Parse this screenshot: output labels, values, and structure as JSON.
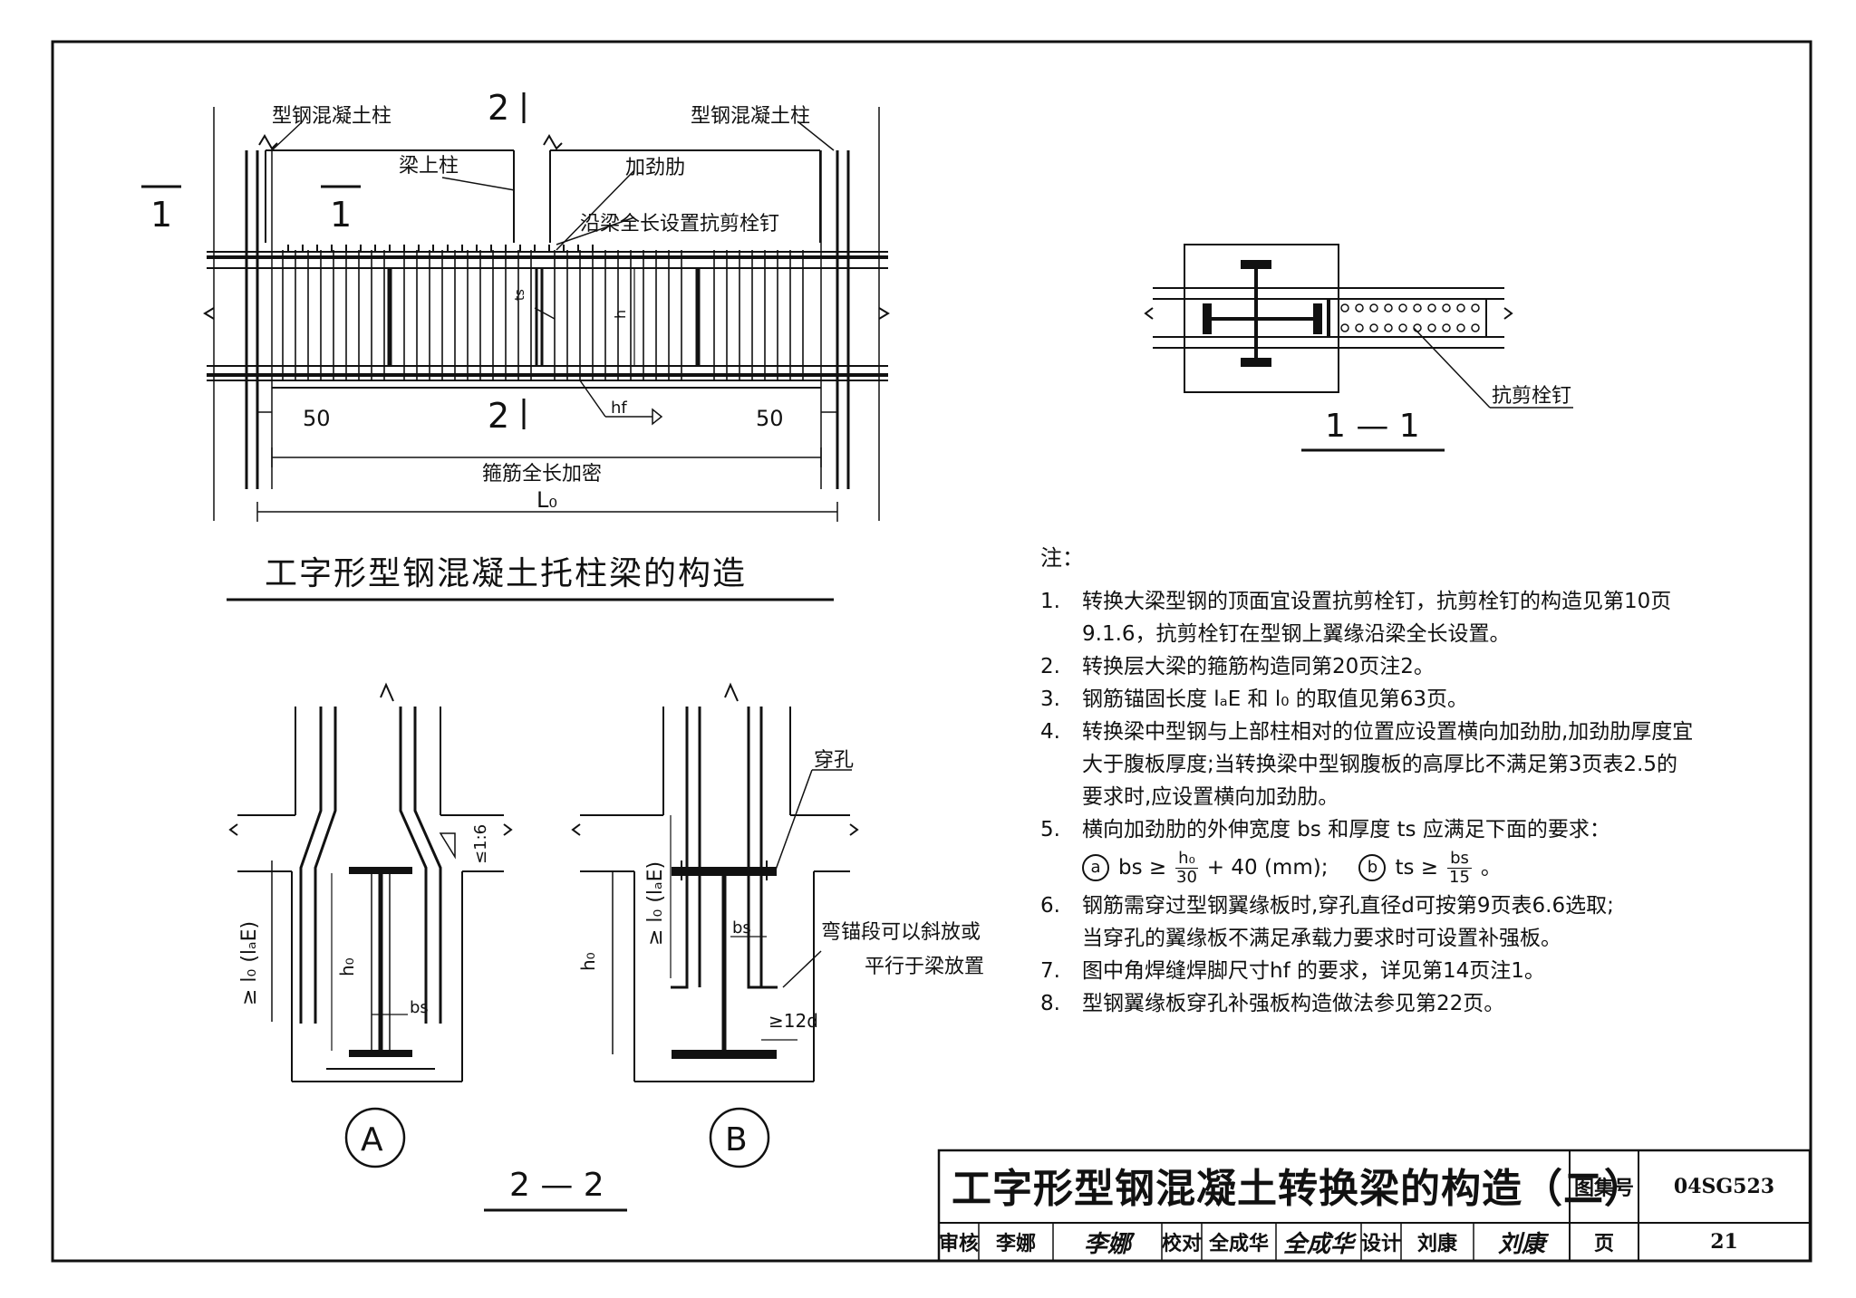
{
  "main_drawing": {
    "label_column_left": "型钢混凝土柱",
    "label_column_right": "型钢混凝土柱",
    "label_column_on_beam": "梁上柱",
    "label_stiffener": "加劲肋",
    "label_studs_full_length": "沿梁全长设置抗剪栓钉",
    "section_mark_1": "1",
    "section_mark_1b": "1",
    "section_mark_2_top": "2",
    "section_mark_2_bottom": "2",
    "dim_left_50": "50",
    "dim_right_50": "50",
    "dim_stirrup": "箍筋全长加密",
    "dim_span": "L₀",
    "weld_symbol": "hf",
    "label_ts": "ts",
    "label_h": "h",
    "caption": "工字形型钢混凝土托柱梁的构造"
  },
  "section_1_1": {
    "label_studs": "抗剪栓钉",
    "caption": "1 — 1"
  },
  "section_2_2": {
    "label_a": "A",
    "label_b": "B",
    "caption": "2 — 2",
    "label_anchor_a": "≥ l₀ (lₐE)",
    "label_anchor_b": "≥ l₀ (lₐE)",
    "label_h0_a": "h₀",
    "label_h0_b": "h₀",
    "label_bs_a": "bs",
    "label_bs_b": "bs",
    "label_slope": "≤1:6",
    "label_hole": "穿孔",
    "label_bend_1": "弯锚段可以斜放或",
    "label_bend_2": "平行于梁放置",
    "label_12d": "≥12d"
  },
  "notes": {
    "heading": "注：",
    "items": [
      {
        "num": "1.",
        "lines": [
          "转换大梁型钢的顶面宜设置抗剪栓钉，抗剪栓钉的构造见第10页",
          "9.1.6，抗剪栓钉在型钢上翼缘沿梁全长设置。"
        ]
      },
      {
        "num": "2.",
        "lines": [
          "转换层大梁的箍筋构造同第20页注2。"
        ]
      },
      {
        "num": "3.",
        "lines": [
          "钢筋锚固长度 lₐE 和 l₀ 的取值见第63页。"
        ]
      },
      {
        "num": "4.",
        "lines": [
          "转换梁中型钢与上部柱相对的位置应设置横向加劲肋,加劲肋厚度宜",
          "大于腹板厚度;当转换梁中型钢腹板的高厚比不满足第3页表2.5的",
          "要求时,应设置横向加劲肋。"
        ]
      },
      {
        "num": "5.",
        "lines": [
          "横向加劲肋的外伸宽度 bs 和厚度 ts 应满足下面的要求："
        ]
      },
      {
        "num": "6.",
        "lines": [
          "钢筋需穿过型钢翼缘板时,穿孔直径d可按第9页表6.6选取;",
          "当穿孔的翼缘板不满足承载力要求时可设置补强板。"
        ]
      },
      {
        "num": "7.",
        "lines": [
          "图中角焊缝焊脚尺寸hf 的要求，详见第14页注1。"
        ]
      },
      {
        "num": "8.",
        "lines": [
          "型钢翼缘板穿孔补强板构造做法参见第22页。"
        ]
      }
    ],
    "formula": {
      "a": "a",
      "a_lhs": "bs ≥",
      "a_num": "h₀",
      "a_den": "30",
      "a_rhs": "+ 40 (mm);",
      "b": "b",
      "b_lhs": "ts ≥",
      "b_num": "bs",
      "b_den": "15",
      "b_rhs": "。"
    }
  },
  "title_block": {
    "title": "工字形型钢混凝土转换梁的构造（二）",
    "atlas_label": "图集号",
    "atlas_no": "04SG523",
    "page_label": "页",
    "page_no": "21",
    "review_label": "审核",
    "reviewer": "李娜",
    "reviewer_sig": "李娜",
    "check_label": "校对",
    "checker": "全成华",
    "checker_sig": "全成华",
    "design_label": "设计",
    "designer": "刘康",
    "designer_sig": "刘康"
  }
}
